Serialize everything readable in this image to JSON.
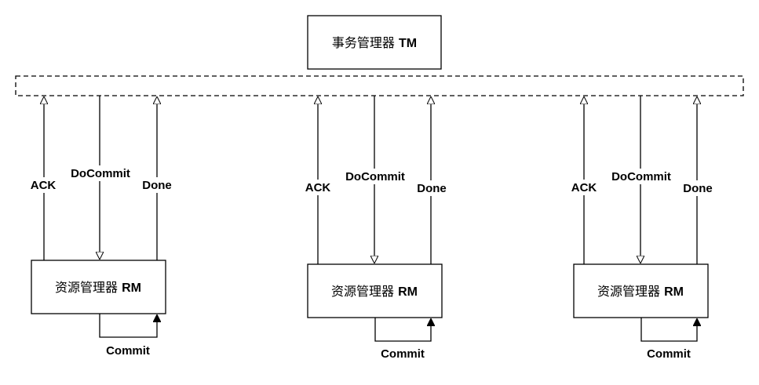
{
  "tm": {
    "prefix": "事务管理器",
    "suffix": "TM"
  },
  "rm": [
    {
      "prefix": "资源管理器",
      "suffix": "RM",
      "ack": "ACK",
      "docommit": "DoCommit",
      "done": "Done",
      "commit": "Commit"
    },
    {
      "prefix": "资源管理器",
      "suffix": "RM",
      "ack": "ACK",
      "docommit": "DoCommit",
      "done": "Done",
      "commit": "Commit"
    },
    {
      "prefix": "资源管理器",
      "suffix": "RM",
      "ack": "ACK",
      "docommit": "DoCommit",
      "done": "Done",
      "commit": "Commit"
    }
  ]
}
